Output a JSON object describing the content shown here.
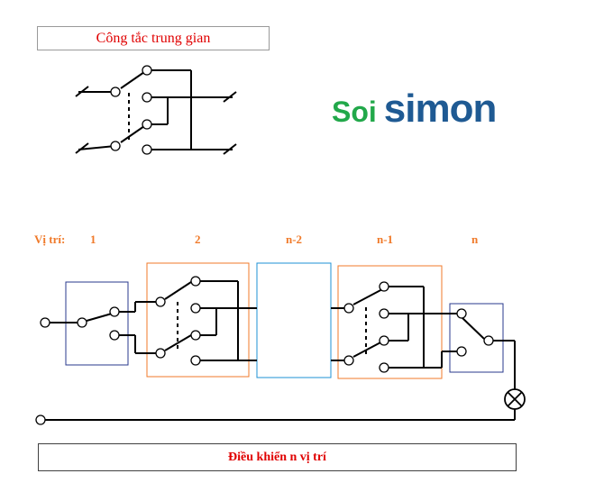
{
  "title": "Công tắc trung gian",
  "logo": {
    "part1": "Soi",
    "part2": "simon",
    "color1": "#22a84a",
    "color2": "#1f5a93"
  },
  "positions": {
    "label": "Vị trí:",
    "p1": "1",
    "p2": "2",
    "p3": "n-2",
    "p4": "n-1",
    "p5": "n"
  },
  "footer": "Điều khiển n vị trí",
  "colors": {
    "text_red": "#e00000",
    "text_orange": "#f07a2a",
    "box_blue_dark": "#2a3a8c",
    "box_orange": "#f07a2a",
    "box_blue_light": "#1e90d6",
    "wire": "#000000"
  }
}
